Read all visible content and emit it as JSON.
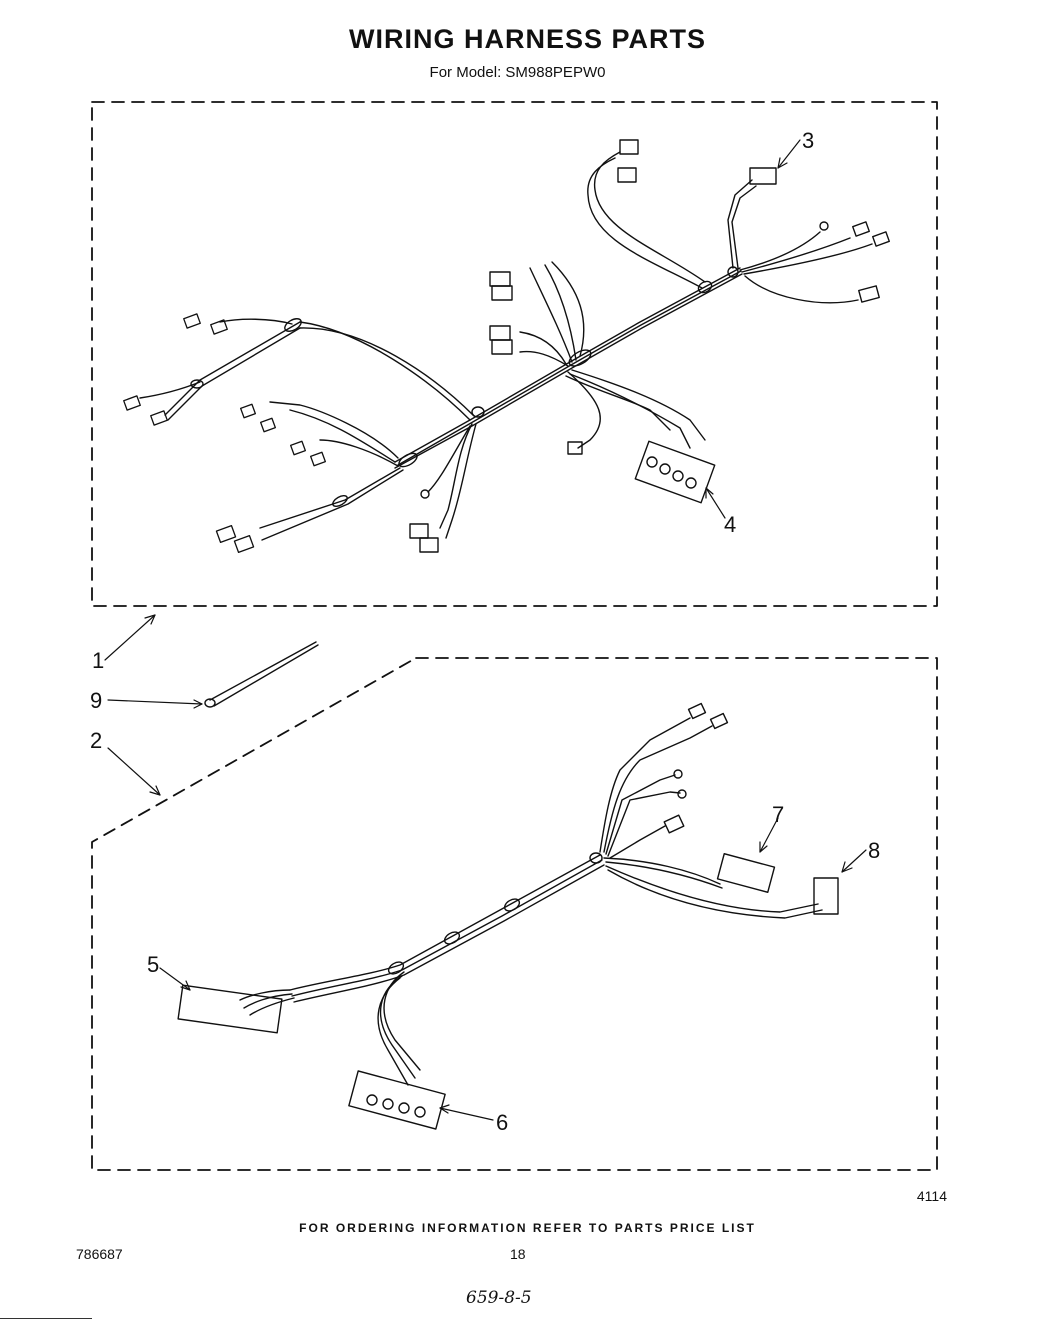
{
  "header": {
    "title": "WIRING HARNESS PARTS",
    "model": "For Model: SM988PEPW0"
  },
  "callouts": [
    "1",
    "2",
    "3",
    "4",
    "5",
    "6",
    "7",
    "8",
    "9"
  ],
  "figure_number": "4114",
  "footer": {
    "ordering_note": "FOR ORDERING INFORMATION REFER TO PARTS PRICE LIST",
    "part_number": "786687",
    "page_number": "18",
    "handwritten_note": "659-8-5"
  }
}
